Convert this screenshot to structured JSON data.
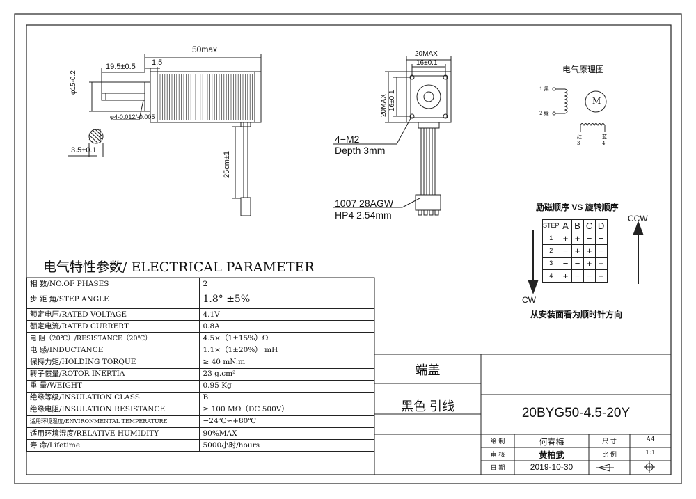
{
  "drawing": {
    "dimensions": {
      "overall_length": "50max",
      "shaft_length": "19.5±0.5",
      "boss_length": "1.5",
      "boss_diameter": "φ15-0.2",
      "shaft_diameter": "φ4-0.012/-0.005",
      "flat": "3.5±0.1",
      "lead_length": "25cm±1",
      "face_width": "20MAX",
      "hole_spacing_h": "16±0.1",
      "face_height": "20MAX",
      "hole_spacing_v": "16±0.1",
      "mount_holes": "4−M2",
      "mount_depth": "Depth 3mm",
      "wire_spec": "1007 28AGW",
      "connector_spec": "HP4 2.54mm"
    },
    "schematic": {
      "title": "电气原理图",
      "motor_label": "M",
      "pin1": "1 黑",
      "pin2": "2 绿",
      "pin3": "红 3",
      "pin4": "蓝 4"
    },
    "sequence": {
      "title": "励磁顺序 VS 旋转顺序",
      "ccw": "CCW",
      "cw": "CW",
      "note": "从安装面看为顺时针方向",
      "header": [
        "STEP",
        "A",
        "B",
        "C",
        "D"
      ],
      "rows": [
        [
          "1",
          "+",
          "+",
          "−",
          "−"
        ],
        [
          "2",
          "−",
          "+",
          "+",
          "−"
        ],
        [
          "3",
          "−",
          "−",
          "+",
          "+"
        ],
        [
          "4",
          "+",
          "−",
          "−",
          "+"
        ]
      ]
    }
  },
  "electrical": {
    "heading": "电气特性参数/ ELECTRICAL PARAMETER",
    "rows": [
      {
        "label": "相    数/NO.OF PHASES",
        "value": "2"
      },
      {
        "label": "步 距 角/STEP ANGLE",
        "value": "1.8°  ±5%"
      },
      {
        "label": "额定电压/RATED VOLTAGE",
        "value": "4.1V"
      },
      {
        "label": "额定电流/RATED CURRERT",
        "value": "0.8A"
      },
      {
        "label": "电   阻（20℃）/RESISTANCE（20℃）",
        "value": "4.5×（1±15%）Ω"
      },
      {
        "label": "电   感/INDUCTANCE",
        "value": "1.1×（1±20%） mH"
      },
      {
        "label": "保持力矩/HOLDING TORQUE",
        "value": "≥ 40 mN.m"
      },
      {
        "label": "转子惯量/ROTOR INERTIA",
        "value": "23 g.cm²"
      },
      {
        "label": "重    量/WEIGHT",
        "value": "0.95 Kg"
      },
      {
        "label": "绝缘等级/INSULATION  CLASS",
        "value": "B"
      },
      {
        "label": "绝缘电阻/INSULATION  RESISTANCE",
        "value": "≥ 100 MΩ（DC 500V）"
      },
      {
        "label": "适用环境温度/ENVIRONMENTAL TEMPERATURE",
        "value": "−24℃∽+80℃"
      },
      {
        "label": "适用环境湿度/RELATIVE HUMIDITY",
        "value": "90%MAX"
      },
      {
        "label": "寿    命/Lifetime",
        "value": "5000小时/hours"
      }
    ]
  },
  "title_block": {
    "part1": "端盖",
    "part2": "黑色 引线",
    "model": "20BYG50-4.5-20Y",
    "drawn_label": "绘  制",
    "drawn_by": "何春梅",
    "check_label": "审  核",
    "checked_by": "黄柏武",
    "date_label": "日  期",
    "date": "2019-10-30",
    "size_label": "尺  寸",
    "size": "A4",
    "scale_label": "比  例",
    "scale": "1:1"
  }
}
